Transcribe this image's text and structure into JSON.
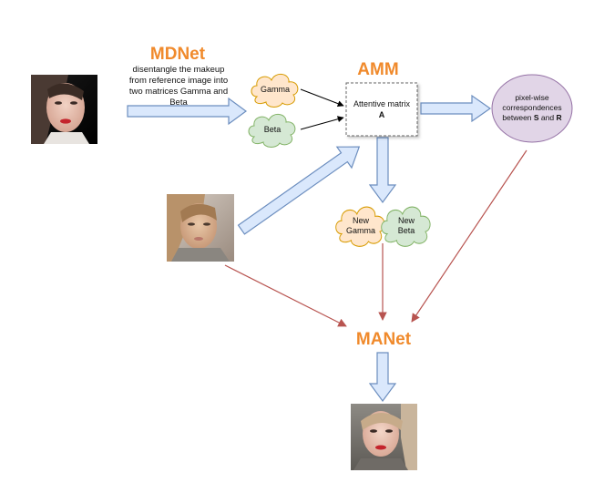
{
  "titles": {
    "mdnet": "MDNet",
    "amm": "AMM",
    "manet": "MANet"
  },
  "mdnet_desc": {
    "line1": "disentangle the makeup",
    "line2": "from reference image into",
    "line3": "two matrices Gamma and",
    "line4": "Beta"
  },
  "clouds": {
    "gamma": "Gamma",
    "beta": "Beta",
    "new_gamma_1": "New",
    "new_gamma_2": "Gamma",
    "new_beta_1": "New",
    "new_beta_2": "Beta"
  },
  "amm_box": {
    "line1": "Attentive matrix",
    "line2": "A"
  },
  "pixelwise": {
    "line1": "pixel-wise",
    "line2": "correspondences",
    "line3_pre": "between ",
    "line3_s": "S",
    "line3_mid": " and ",
    "line3_r": "R"
  },
  "images": {
    "reference": "reference-makeup-face",
    "source": "source-no-makeup-face",
    "result": "result-transferred-face"
  },
  "colors": {
    "title_orange": "#F08A2C",
    "arrow_blue_fill": "#DAE8FC",
    "arrow_blue_stroke": "#6C8EBF",
    "gamma_fill": "#FFE6CC",
    "gamma_stroke": "#D79B00",
    "beta_fill": "#D5E8D4",
    "beta_stroke": "#82B366",
    "ellipse_fill": "#E1D5E7",
    "ellipse_stroke": "#9673A6",
    "red_arrow": "#B85450"
  }
}
